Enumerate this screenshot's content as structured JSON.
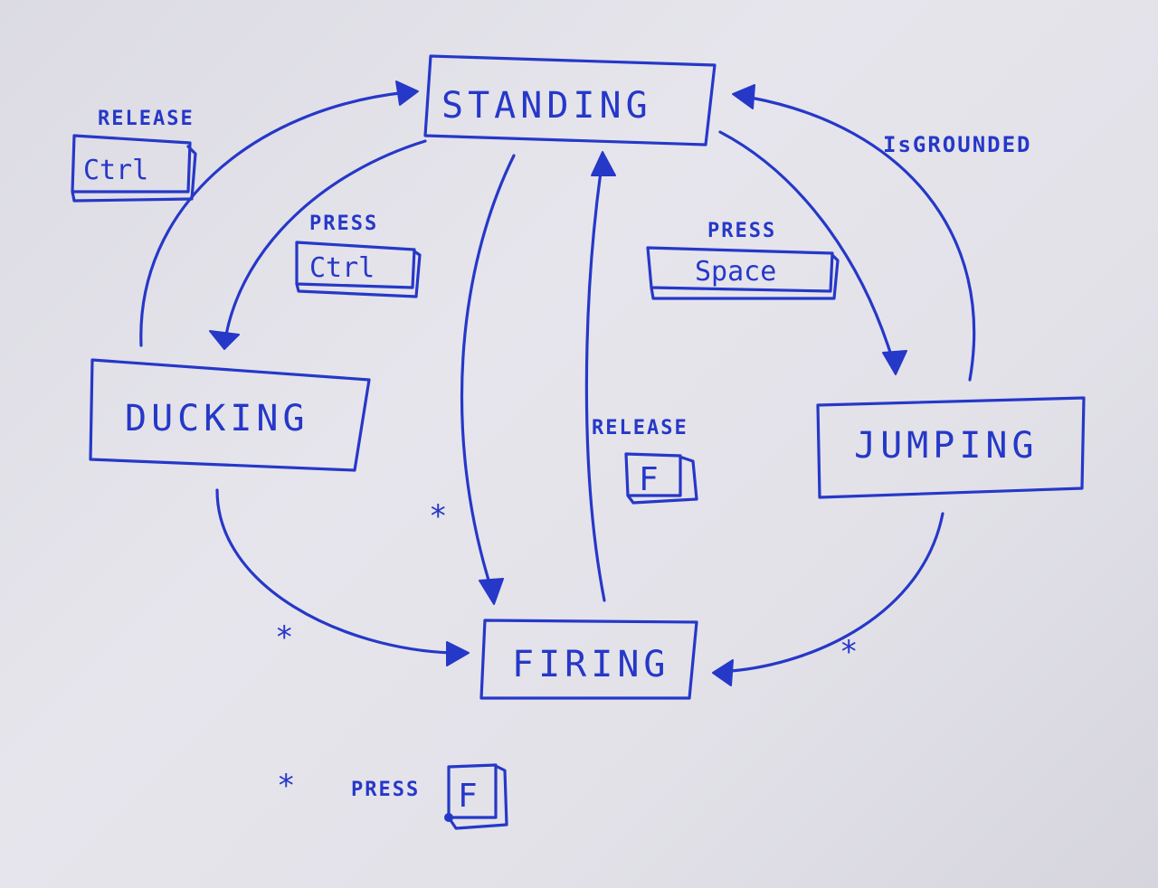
{
  "states": {
    "standing": "STANDING",
    "ducking": "DUCKING",
    "jumping": "JUMPING",
    "firing": "FIRING"
  },
  "transitions": {
    "ducking_to_standing": {
      "action": "RELEASE",
      "key": "Ctrl"
    },
    "standing_to_ducking": {
      "action": "PRESS",
      "key": "Ctrl"
    },
    "standing_to_jumping": {
      "action": "PRESS",
      "key": "Space"
    },
    "jumping_to_standing": {
      "condition": "IsGROUNDED"
    },
    "firing_to_standing": {
      "action": "RELEASE",
      "key": "F"
    },
    "to_firing_marker": "*"
  },
  "footnote": {
    "marker": "*",
    "action": "PRESS",
    "key": "F"
  },
  "colors": {
    "ink": "#2638c8",
    "paper": "#e3e2e9"
  }
}
